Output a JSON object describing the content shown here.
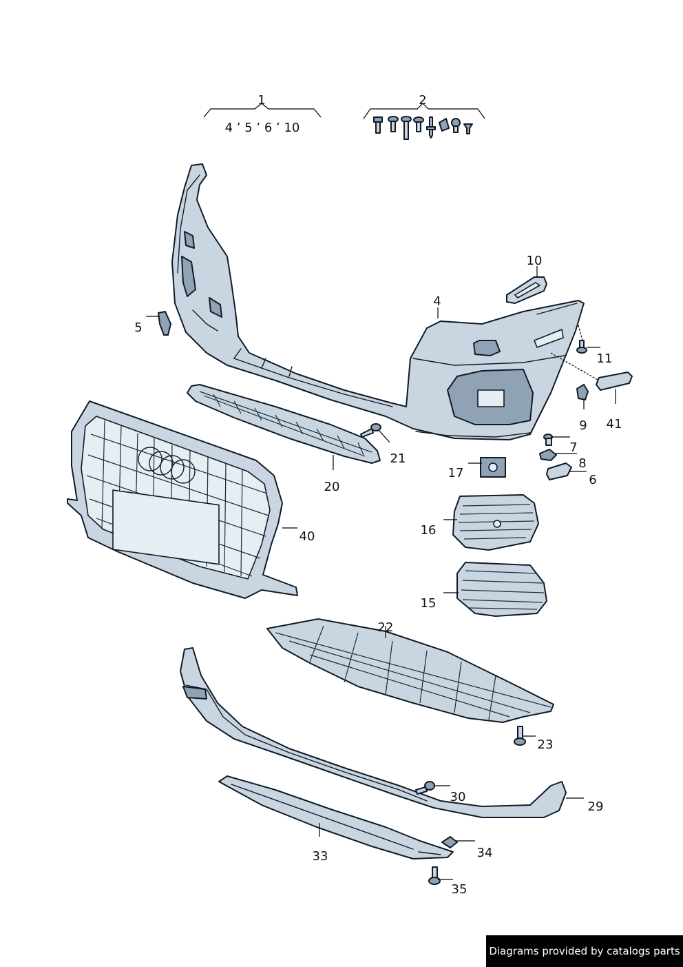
{
  "footer": {
    "text": "Diagrams provided by catalogs parts"
  },
  "group_1": {
    "number": "1",
    "sub": "4 ’ 5 ’ 6 ’ 10"
  },
  "group_2": {
    "number": "2"
  },
  "callouts": {
    "c4": "4",
    "c5": "5",
    "c6": "6",
    "c7": "7",
    "c8": "8",
    "c9": "9",
    "c10": "10",
    "c11": "11",
    "c15": "15",
    "c16": "16",
    "c17": "17",
    "c20": "20",
    "c21": "21",
    "c22": "22",
    "c23": "23",
    "c29": "29",
    "c30": "30",
    "c33": "33",
    "c34": "34",
    "c35": "35",
    "c40": "40",
    "c41": "41"
  }
}
